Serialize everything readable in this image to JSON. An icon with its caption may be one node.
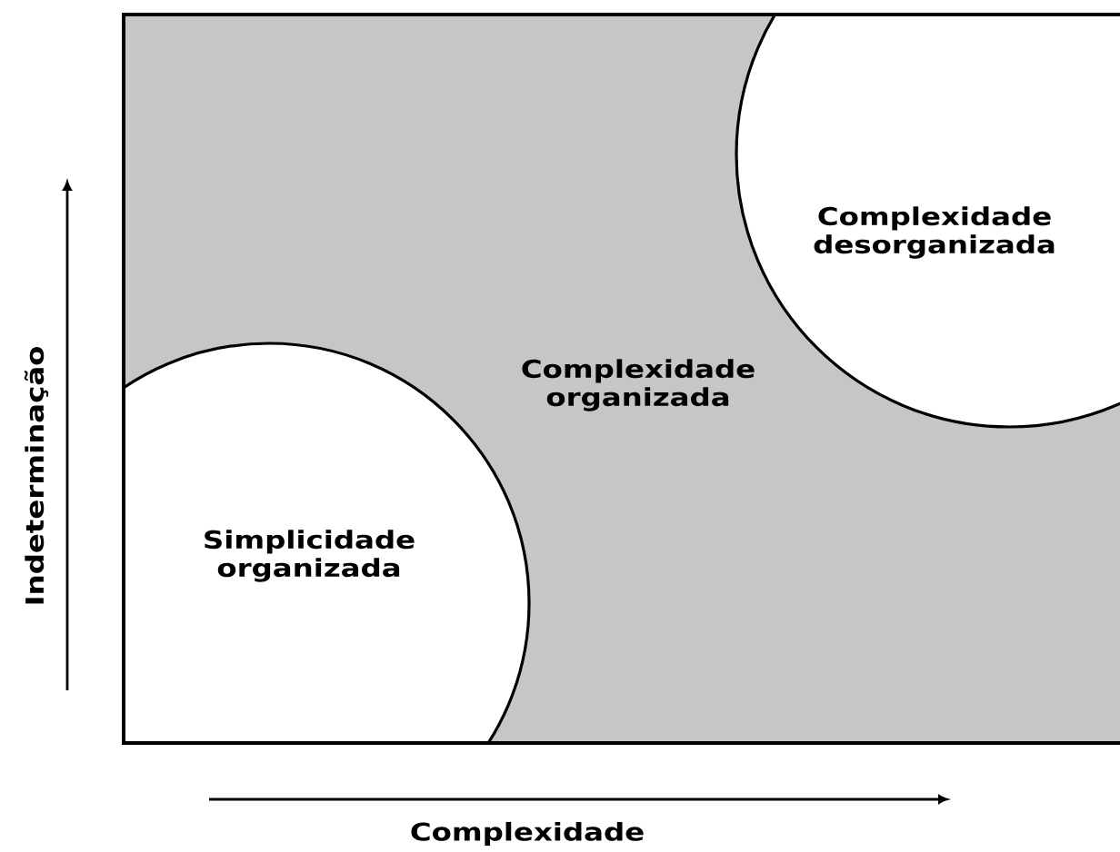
{
  "diagram": {
    "nodes": [
      {
        "text": [
          "Complexidade organizada"
        ]
      },
      {
        "text": [
          "Simplicidade organizada"
        ]
      },
      {
        "text": [
          "Complexidade desorganizada"
        ]
      }
    ],
    "labels": [
      "Indeterminação",
      "Complexidade"
    ]
  }
}
